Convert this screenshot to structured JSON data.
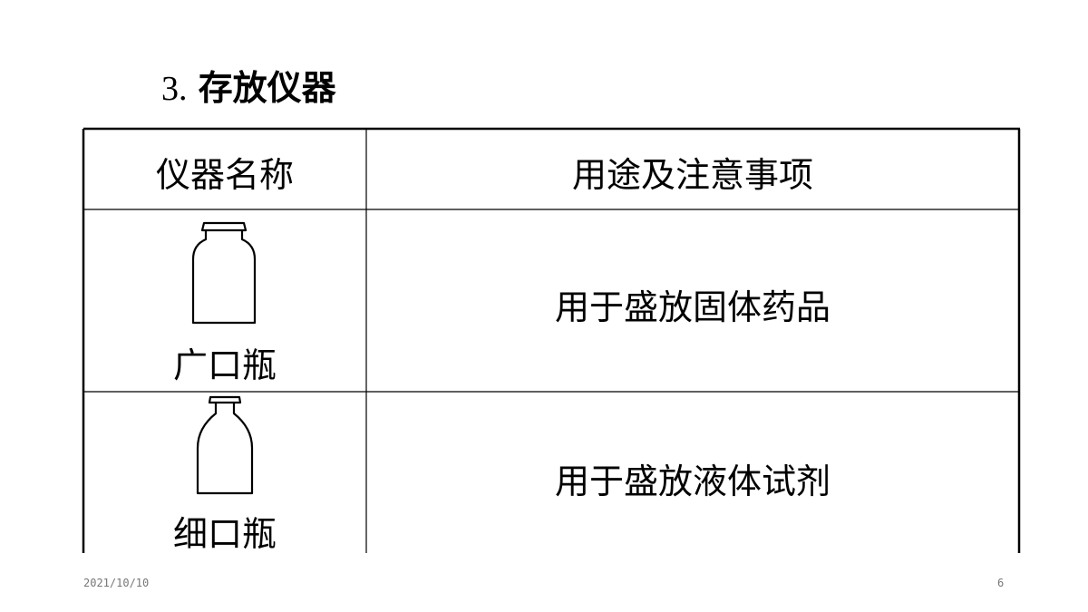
{
  "title": {
    "number": "3.",
    "text": "存放仪器"
  },
  "table": {
    "headers": [
      "仪器名称",
      "用途及注意事项"
    ],
    "rows": [
      {
        "name": "广口瓶",
        "icon": "wide-mouth-bottle-icon",
        "use": "用于盛放固体药品"
      },
      {
        "name": "细口瓶",
        "icon": "narrow-mouth-bottle-icon",
        "use": "用于盛放液体试剂"
      }
    ]
  },
  "footer": {
    "date": "2021/10/10",
    "page": "6"
  }
}
